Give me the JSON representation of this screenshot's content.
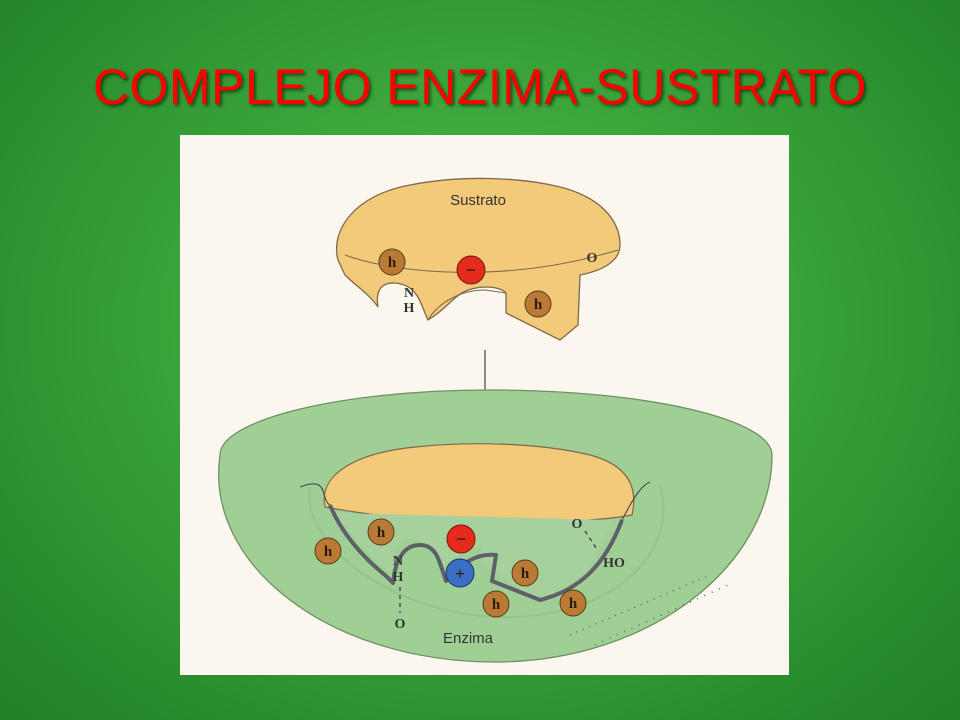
{
  "title": "COMPLEJO ENZIMA-SUSTRATO",
  "diagram": {
    "substrate_label": "Sustrato",
    "enzyme_label": "Enzima",
    "hydrophobic_symbol": "h",
    "negative_symbol": "−",
    "positive_symbol": "+",
    "atom_N": "N",
    "atom_H": "H",
    "atom_O": "O",
    "atom_HO": "HO",
    "colors": {
      "substrate_fill": "#f3c97a",
      "enzyme_fill": "#9fcf95",
      "hydrophobic": "#b97a35",
      "negative": "#e42b1c",
      "positive": "#3a6fc4",
      "title": "#ff0000"
    }
  }
}
